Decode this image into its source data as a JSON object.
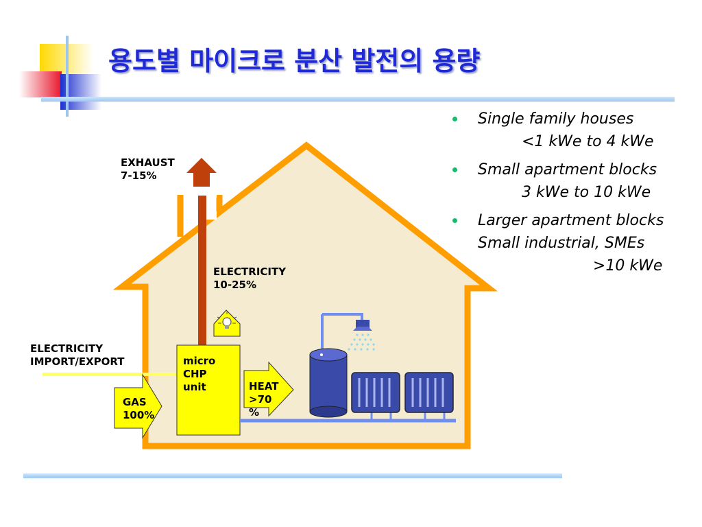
{
  "slide": {
    "title": "용도별 마이크로 분산 발전의 용량"
  },
  "diagram": {
    "exhaust_label": "EXHAUST",
    "exhaust_value": "7-15%",
    "electricity_label": "ELECTRICITY",
    "electricity_value": "10-25%",
    "import_export_line1": "ELECTRICITY",
    "import_export_line2": "IMPORT/EXPORT",
    "gas_label": "GAS",
    "gas_value": "100%",
    "chp_line1": "micro",
    "chp_line2": "CHP",
    "chp_line3": "unit",
    "heat_label": "HEAT",
    "heat_value_line1": ">70",
    "heat_value_line2": "%"
  },
  "bullets": [
    {
      "line1": "Single family houses",
      "line2": "<1 kWe to 4 kWe"
    },
    {
      "line1": "Small apartment blocks",
      "line2": "3 kWe to 10 kWe"
    },
    {
      "line1": "Larger apartment blocks",
      "line2": "Small industrial, SMEs",
      "line3": ">10 kWe"
    }
  ],
  "colors": {
    "title": "#1f2ad6",
    "house_outline": "#ff9e00",
    "house_fill": "#f5ebd0",
    "chimney_flue": "#c0400b",
    "chp_unit": "#ffff00",
    "pipes": "#6e8ff0",
    "radiator": "#3a4aa8",
    "bullet": "#19b96f",
    "decor_yellow": "#ffd900",
    "decor_red": "#e8162b",
    "decor_blue": "#1b2fcf"
  },
  "icons": [
    "lightbulb-icon",
    "shower-head-icon",
    "exhaust-arrow-icon"
  ]
}
